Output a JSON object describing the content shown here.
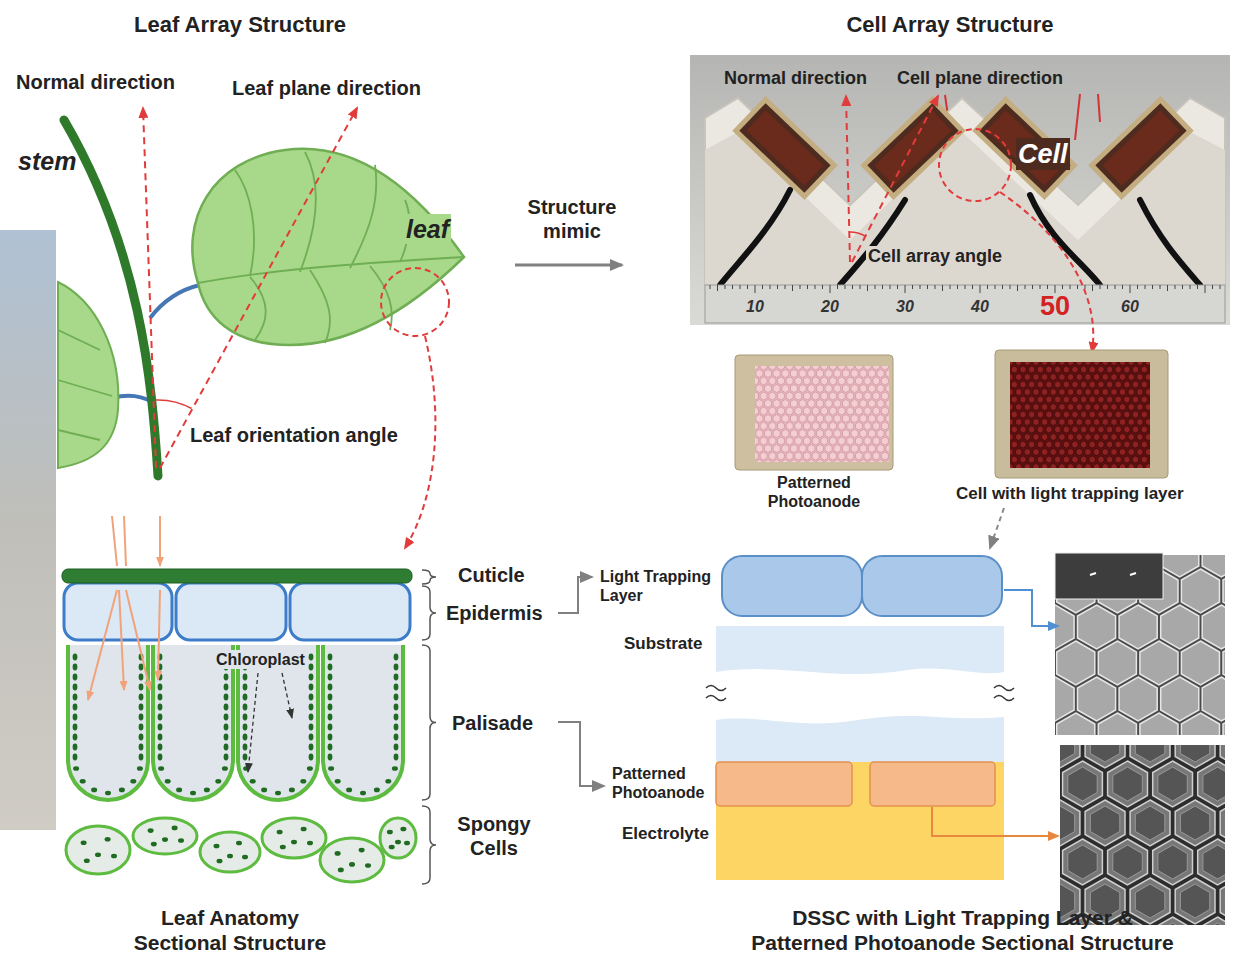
{
  "diagram": {
    "nodes": [
      {
        "text": [
          "Light Trapping Layer"
        ]
      },
      {
        "text": [
          "Substrate"
        ]
      },
      {
        "text": [
          "Electrolyte"
        ]
      },
      {
        "text": [
          "Patterned Photoanode"
        ],
        "in": 2
      }
    ],
    "labels": [
      "Leaf Array Structure",
      "Normal direction",
      "Leaf plane direction",
      "stem",
      "leaf",
      "Leaf orientation angle",
      "Structure mimic",
      "Cell Array Structure",
      "Normal direction",
      "Cell plane direction",
      "Cell",
      "Cell array angle",
      "10",
      "20",
      "30",
      "40",
      "50",
      "60",
      "Patterned Photoanode",
      "Cell with light trapping layer",
      "Chloroplast",
      "Cuticle",
      "Epidermis",
      "Palisade",
      "Spongy Cells",
      "Leaf Anatomy Sectional Structure",
      "DSSC with Light Trapping Layer & Patterned Photoanode Sectional Structure"
    ]
  }
}
